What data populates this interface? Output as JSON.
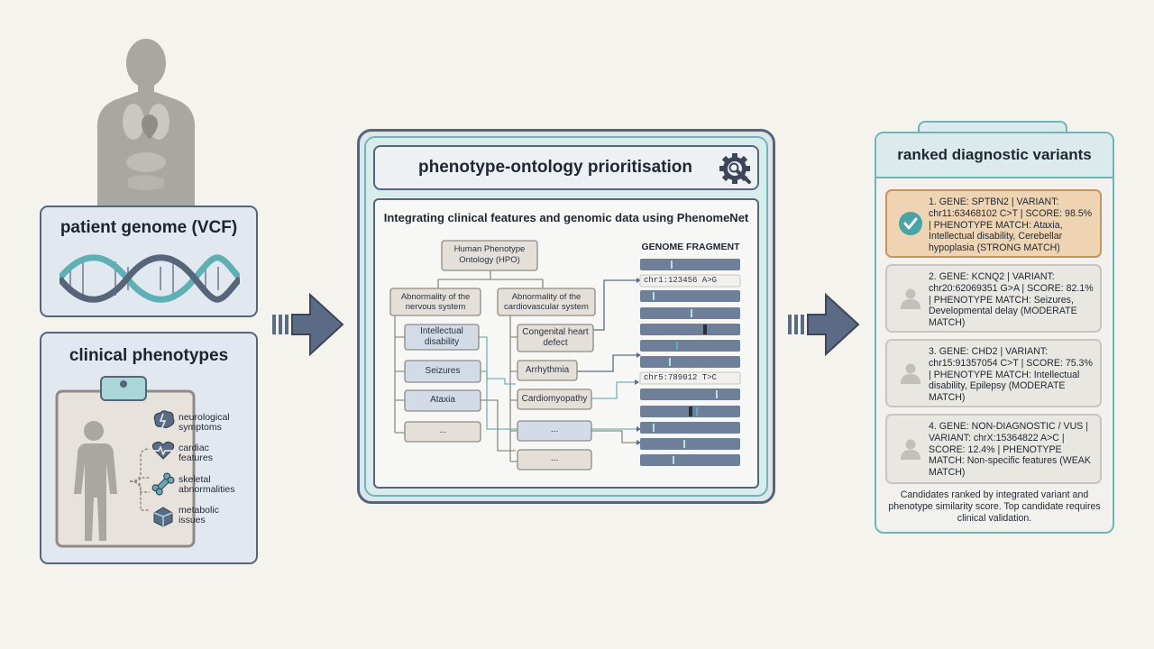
{
  "inputs": {
    "genome_title": "patient genome (VCF)",
    "phenotypes_title": "clinical phenotypes",
    "phenotype_items": [
      {
        "label": "neurological symptoms",
        "icon": "brain-icon"
      },
      {
        "label": "cardiac features",
        "icon": "heart-icon"
      },
      {
        "label": "skeletal abnormalities",
        "icon": "bone-icon"
      },
      {
        "label": "metabolic issues",
        "icon": "molecule-icon"
      }
    ]
  },
  "process": {
    "title": "phenotype-ontology prioritisation",
    "subtitle": "Integrating clinical features and genomic data using PhenomeNet",
    "hpo_root": "Human Phenotype Ontology (HPO)",
    "branch_nervous": "Abnormality of the nervous system",
    "branch_cardio": "Abnormality of the cardiovascular system",
    "nervous_terms": [
      "Intellectual disability",
      "Seizures",
      "Ataxia",
      "..."
    ],
    "cardio_terms": [
      "Congenital heart defect",
      "Arrhythmia",
      "Cardiomyopathy",
      "...",
      "..."
    ],
    "genome_fragment_title": "GENOME FRAGMENT",
    "variant_label_1": "chr1:123456 A>G",
    "variant_label_2": "chr5:789012 T>C"
  },
  "output": {
    "title": "ranked diagnostic variants",
    "candidates": [
      {
        "text": "1. GENE: SPTBN2 | VARIANT: chr11:63468102 C>T | SCORE: 98.5% | PHENOTYPE MATCH: Ataxia, Intellectual disability, Cerebellar hypoplasia (STRONG MATCH)",
        "icon": "check-icon"
      },
      {
        "text": "2. GENE: KCNQ2 | VARIANT: chr20:62069351 G>A | SCORE: 82.1% | PHENOTYPE MATCH: Seizures, Developmental delay (MODERATE MATCH)",
        "icon": "person-icon"
      },
      {
        "text": "3. GENE: CHD2 | VARIANT: chr15:91357054 C>T | SCORE: 75.3% | PHENOTYPE MATCH: Intellectual disability, Epilepsy (MODERATE MATCH)",
        "icon": "person-icon"
      },
      {
        "text": "4. GENE: NON-DIAGNOSTIC / VUS | VARIANT: chrX:15364822 A>C | SCORE: 12.4% | PHENOTYPE MATCH: Non-specific features (WEAK MATCH)",
        "icon": "person-icon"
      }
    ],
    "footnote": "Candidates ranked by integrated variant and phenotype similarity score. Top candidate requires clinical validation."
  },
  "colors": {
    "background": "#f4f3ee",
    "panel_blue": "#e2e8f0",
    "frame_slate": "#56657a",
    "teal": "#6fb5b8",
    "top_match": "#efd4b3",
    "arrow": "#5b6b85"
  }
}
